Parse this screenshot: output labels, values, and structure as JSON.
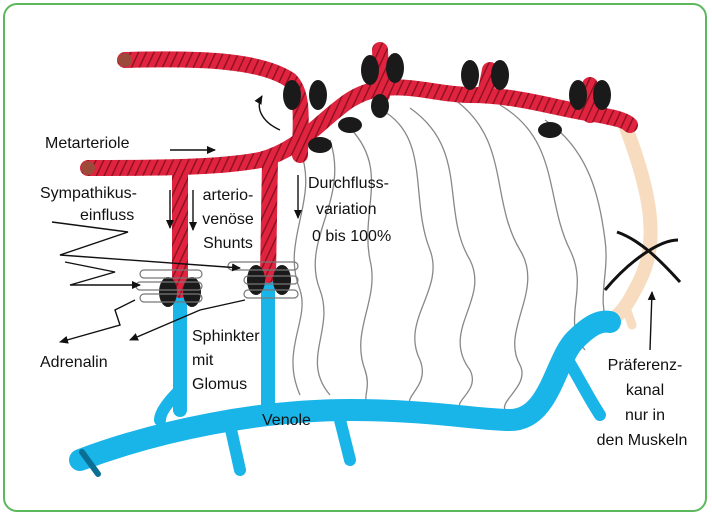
{
  "labels": {
    "metarteriole": "Metarteriole",
    "sympathikus_1": "Sympathikus-",
    "sympathikus_2": "einfluss",
    "arterio_1": "arterio-",
    "arterio_2": "venöse",
    "arterio_3": "Shunts",
    "durchfluss_1": "Durchfluss-",
    "durchfluss_2": "variation",
    "durchfluss_3": "0 bis 100%",
    "adrenalin": "Adrenalin",
    "sphinkter_1": "Sphinkter",
    "sphinkter_2": "mit",
    "sphinkter_3": "Glomus",
    "venole": "Venole",
    "praeferenz_1": "Präferenz-",
    "praeferenz_2": "kanal",
    "praeferenz_3": "nur in",
    "praeferenz_4": "den Muskeln"
  },
  "colors": {
    "artery": "#e0233f",
    "artery_dark": "#8c1020",
    "vein": "#19b4e8",
    "vein_dark": "#0a6f95",
    "capillary": "#888888",
    "preference_channel": "#f8dcc0",
    "sphincter": "#1a1a1a",
    "frame": "#5cb85c"
  }
}
